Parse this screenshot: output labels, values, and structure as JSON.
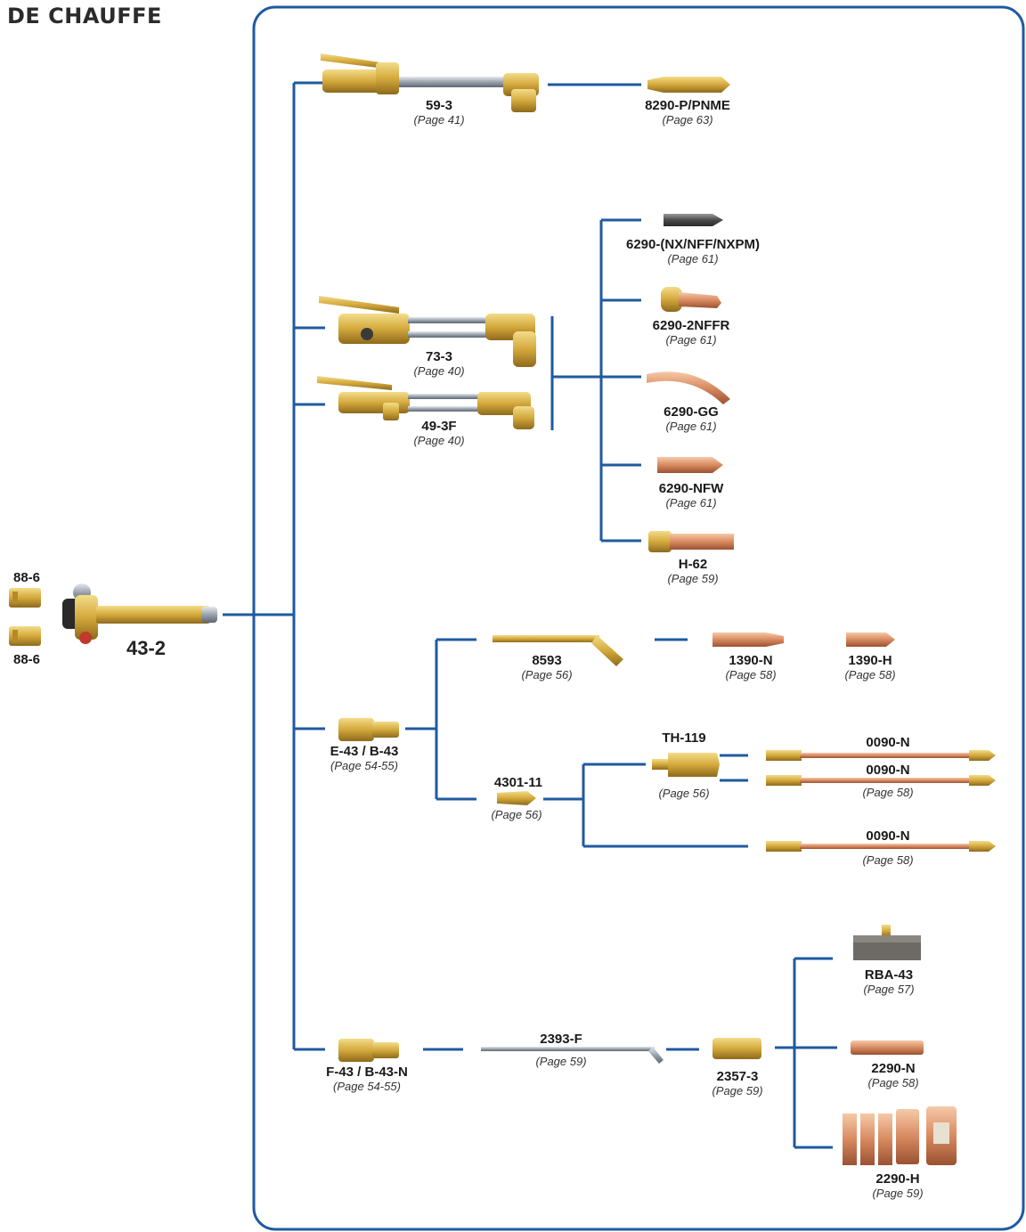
{
  "title": "DE CHAUFFE",
  "colors": {
    "line": "#1f5aa0",
    "brass": "#d4a93c",
    "copper": "#d88a60",
    "steel": "#9aa3ad"
  },
  "left": {
    "fitting_top": "88-6",
    "fitting_bottom": "88-6",
    "handle": "43-2"
  },
  "parts": {
    "p593": {
      "code": "59-3",
      "page": "(Page 41)"
    },
    "p8290": {
      "code": "8290-P/PNME",
      "page": "(Page 63)"
    },
    "p733": {
      "code": "73-3",
      "page": "(Page 40)"
    },
    "p493f": {
      "code": "49-3F",
      "page": "(Page 40)"
    },
    "p6290a": {
      "code": "6290-(NX/NFF/NXPM)",
      "page": "(Page 61)"
    },
    "p6290b": {
      "code": "6290-2NFFR",
      "page": "(Page 61)"
    },
    "p6290c": {
      "code": "6290-GG",
      "page": "(Page 61)"
    },
    "p6290d": {
      "code": "6290-NFW",
      "page": "(Page 61)"
    },
    "ph62": {
      "code": "H-62",
      "page": "(Page 59)"
    },
    "p8593": {
      "code": "8593",
      "page": "(Page 56)"
    },
    "p1390n": {
      "code": "1390-N",
      "page": "(Page 58)"
    },
    "p1390h": {
      "code": "1390-H",
      "page": "(Page 58)"
    },
    "pe43": {
      "code": "E-43 / B-43",
      "page": "(Page 54-55)"
    },
    "pth119": {
      "code": "TH-119",
      "page": "(Page 56)"
    },
    "p4301": {
      "code": "4301-11",
      "page": "(Page 56)"
    },
    "p0090a": {
      "code": "0090-N"
    },
    "p0090b": {
      "code": "0090-N",
      "page": "(Page 58)"
    },
    "p0090c": {
      "code": "0090-N",
      "page": "(Page 58)"
    },
    "prba": {
      "code": "RBA-43",
      "page": "(Page 57)"
    },
    "pf43": {
      "code": "F-43 / B-43-N",
      "page": "(Page 54-55)"
    },
    "p2393": {
      "code": "2393-F",
      "page": "(Page 59)"
    },
    "p2357": {
      "code": "2357-3",
      "page": "(Page 59)"
    },
    "p2290n": {
      "code": "2290-N",
      "page": "(Page 58)"
    },
    "p2290h": {
      "code": "2290-H",
      "page": "(Page 59)"
    }
  }
}
